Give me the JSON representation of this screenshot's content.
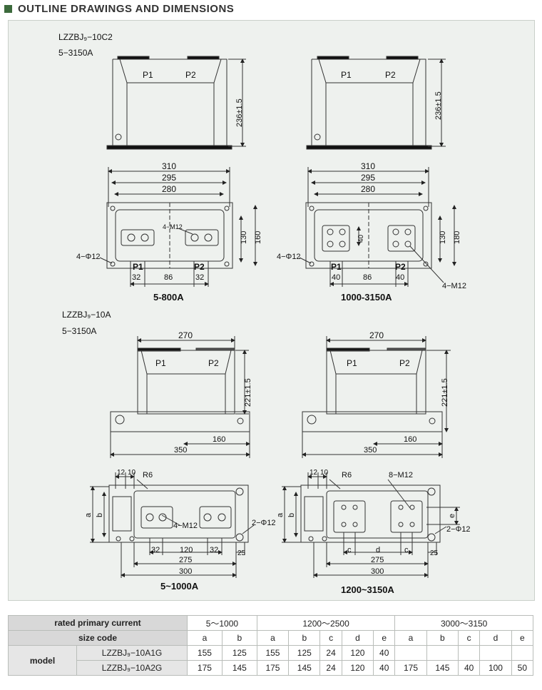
{
  "header": {
    "title": "OUTLINE DRAWINGS AND DIMENSIONS"
  },
  "drawings": {
    "top": {
      "model": "LZZBJ₉−10C2",
      "range": "5−3150A",
      "height_dim": "236±1.5",
      "terminals": [
        "P1",
        "P2"
      ],
      "widths": [
        "310",
        "295",
        "280"
      ],
      "left_caption": "5-800A",
      "right_caption": "1000-3150A",
      "left_dims": {
        "hole": "4−Φ12",
        "bolt": "4−M12",
        "h1": "130",
        "h2": "160",
        "e1": "32",
        "mid": "86",
        "e2": "32"
      },
      "right_dims": {
        "hole": "4−Φ12",
        "bolt": "4−M12",
        "h1": "130",
        "h2": "180",
        "inner": "40",
        "e1": "40",
        "mid": "86",
        "e2": "40"
      }
    },
    "bottom": {
      "model": "LZZBJ₉−10A",
      "range": "5−3150A",
      "height_dim": "221±1.5",
      "terminals": [
        "P1",
        "P2"
      ],
      "top_width": "270",
      "base_a": "160",
      "base_b": "350",
      "left_caption": "5~1000A",
      "right_caption": "1200~3150A",
      "left_dims": {
        "d12": "12",
        "d10": "10",
        "r6": "R6",
        "bolt": "4−M12",
        "hole": "2−Φ12",
        "a": "a",
        "b": "b",
        "e1": "32",
        "mid": "120",
        "e2": "32",
        "e3": "25",
        "w1": "275",
        "w2": "300"
      },
      "right_dims": {
        "d12": "12",
        "d10": "10",
        "r6": "R6",
        "bolt": "8−M12",
        "hole": "2−Φ12",
        "a": "a",
        "b": "b",
        "c1": "c",
        "d": "d",
        "c2": "c",
        "e": "e",
        "e3": "25",
        "w1": "275",
        "w2": "300"
      }
    }
  },
  "table": {
    "row1": {
      "label": "rated primary current",
      "groups": [
        "5～1000",
        "1200～2500",
        "3000～3150"
      ]
    },
    "row2": {
      "label": "size code",
      "codes": [
        "a",
        "b",
        "a",
        "b",
        "c",
        "d",
        "e",
        "a",
        "b",
        "c",
        "d",
        "e"
      ]
    },
    "model_label": "model",
    "rows": [
      {
        "name": "LZZBJ₉−10A1G",
        "values": [
          "155",
          "125",
          "155",
          "125",
          "24",
          "120",
          "40",
          "",
          "",
          "",
          "",
          ""
        ]
      },
      {
        "name": "LZZBJ₉−10A2G",
        "values": [
          "175",
          "145",
          "175",
          "145",
          "24",
          "120",
          "40",
          "175",
          "145",
          "40",
          "100",
          "50"
        ]
      }
    ]
  }
}
